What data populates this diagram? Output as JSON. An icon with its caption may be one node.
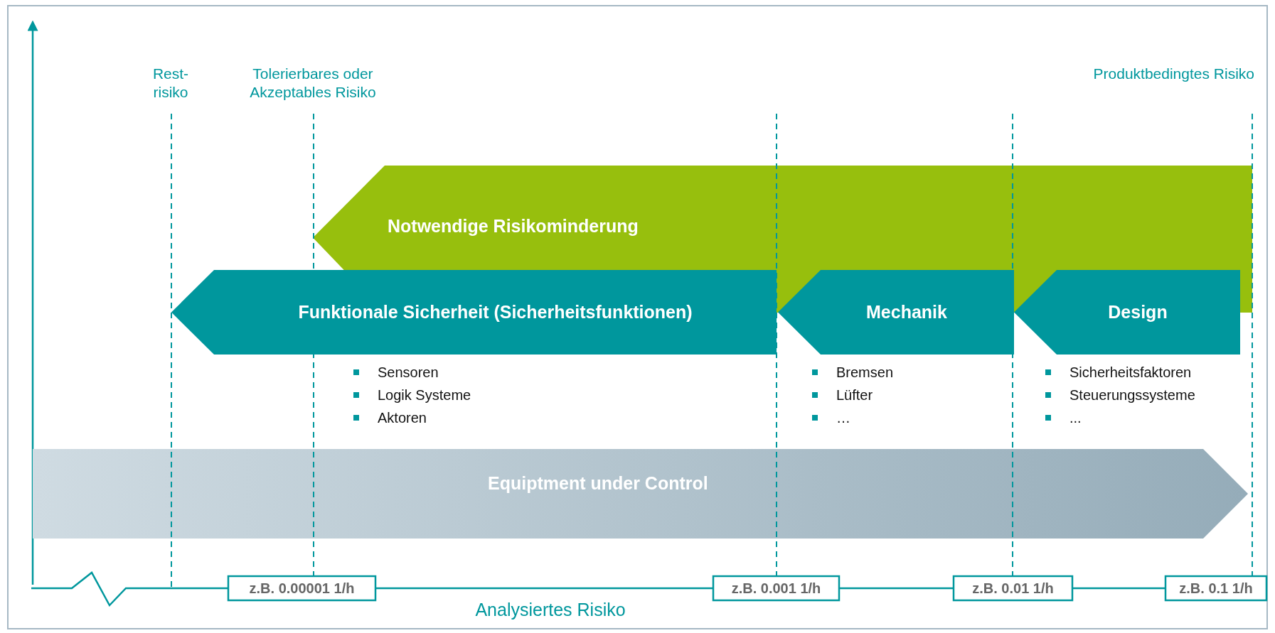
{
  "diagram": {
    "nodes": [
      {
        "text": [
          "Notwendige Risikominderung"
        ]
      },
      {
        "text": [
          "Funktionale Sicherheit (Sicherheitsfunktionen)"
        ],
        "beside": [
          "Sensoren",
          "Logik Systeme",
          "Aktoren"
        ]
      },
      {
        "text": [
          "Mechanik"
        ],
        "beside": [
          "Bremsen",
          "Lüfter",
          "…"
        ]
      },
      {
        "text": [
          "Design"
        ],
        "beside": [
          "Sicherheitsfaktoren",
          "Steuerungssysteme",
          "..."
        ]
      },
      {
        "text": [
          "Equiptment under Control"
        ]
      },
      {
        "text": [
          "z.B. 0.00001 1/h"
        ]
      },
      {
        "text": [
          "z.B. 0.001 1/h"
        ]
      },
      {
        "text": [
          "z.B. 0.01 1/h"
        ]
      },
      {
        "text": [
          "z.B. 0.1 1/h"
        ]
      }
    ],
    "labels": [
      "Rest- risiko",
      "Tolerierbares oder Akzeptables Risiko",
      "Produktbedingtes Risiko",
      "Analysiertes Risiko"
    ]
  }
}
